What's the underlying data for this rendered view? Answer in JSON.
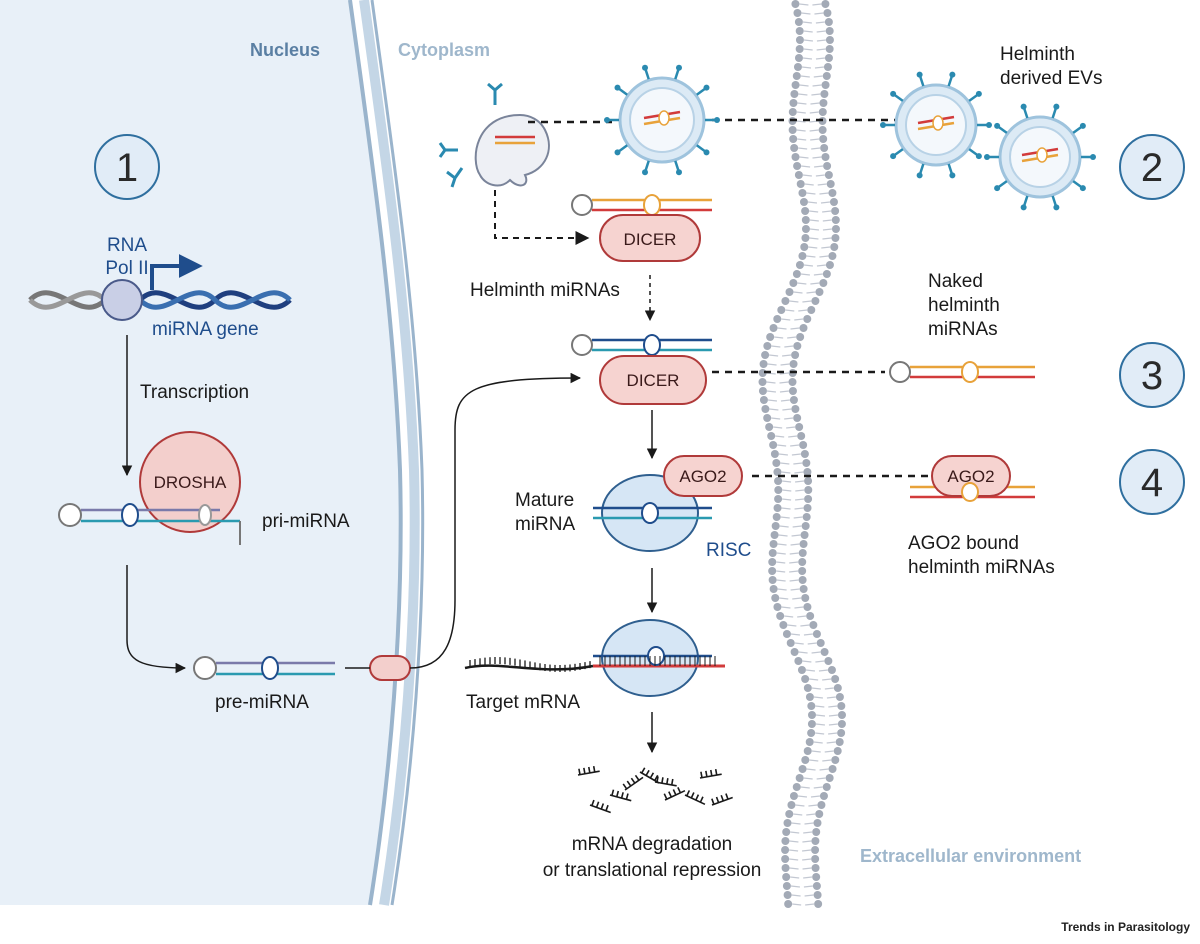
{
  "regions": {
    "nucleus": "Nucleus",
    "cytoplasm": "Cytoplasm",
    "extracellular": "Extracellular environment"
  },
  "steps": [
    "1",
    "2",
    "3",
    "4"
  ],
  "labels": {
    "rna_pol_line1": "RNA",
    "rna_pol_line2": "Pol II",
    "mirna_gene": "miRNA gene",
    "transcription": "Transcription",
    "drosha": "DROSHA",
    "pri_mirna": "pri-miRNA",
    "pre_mirna": "pre-miRNA",
    "helminth_evs_line1": "Helminth",
    "helminth_evs_line2": "derived EVs",
    "dicer": "DICER",
    "helminth_mirnas": "Helminth miRNAs",
    "naked_line1": "Naked",
    "naked_line2": "helminth",
    "naked_line3": "miRNAs",
    "ago2": "AGO2",
    "mature_line1": "Mature",
    "mature_line2": "miRNA",
    "risc": "RISC",
    "ago2_bound_line1": "AGO2 bound",
    "ago2_bound_line2": "helminth miRNAs",
    "target_mrna": "Target mRNA",
    "degradation_line1": "mRNA degradation",
    "degradation_line2": "or translational repression"
  },
  "credit": "Trends in Parasitology",
  "colors": {
    "nucleus_fill": "#e8f0f8",
    "nuclear_envelope": "#9ab4cc",
    "dicer_fill": "#f6d3d0",
    "dicer_stroke": "#b03a3a",
    "risc_fill": "#d6e6f5",
    "risc_stroke": "#2f5f8f",
    "mirna_red": "#d23b3b",
    "mirna_orange": "#e8a23a",
    "mirna_blue": "#1f4d8c",
    "mirna_teal": "#2a9ab0",
    "membrane": "#a3aab6"
  }
}
